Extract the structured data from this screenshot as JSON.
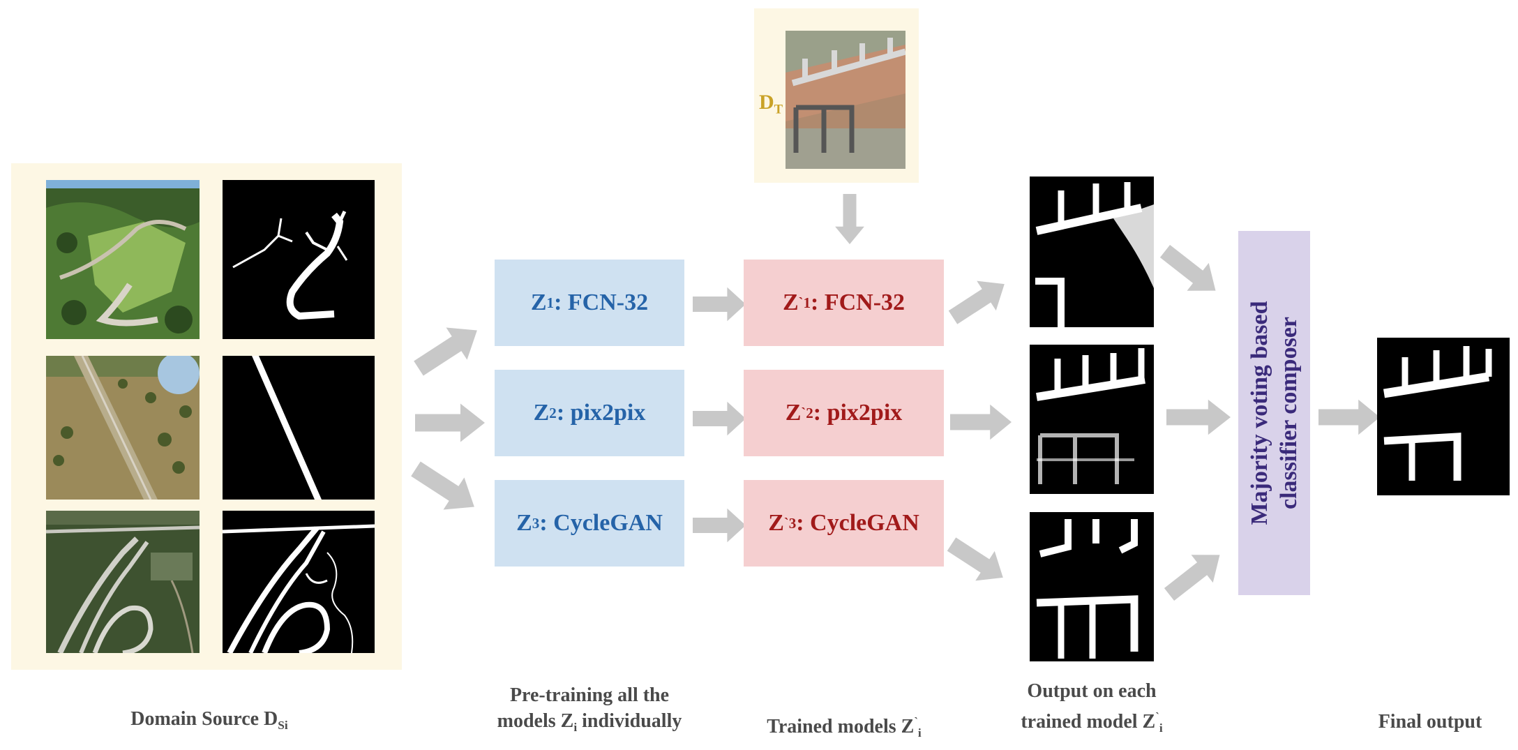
{
  "source": {
    "caption_main": "Domain Source D",
    "caption_sub": "Si"
  },
  "target": {
    "label_main": "D",
    "label_sub": "T"
  },
  "pretrain": {
    "models": [
      {
        "prefix": "Z",
        "sub": "1",
        "name": ": FCN-32"
      },
      {
        "prefix": "Z",
        "sub": "2",
        "name": ": pix2pix"
      },
      {
        "prefix": "Z",
        "sub": "3",
        "name": ": CycleGAN"
      }
    ],
    "caption_line1": "Pre-training all the",
    "caption_line2_main": "models Z",
    "caption_line2_sub": "i",
    "caption_line2_rest": " individually"
  },
  "trained": {
    "models": [
      {
        "prefix": "Z",
        "sup": "`",
        "sub": "1",
        "name": ": FCN-32"
      },
      {
        "prefix": "Z",
        "sup": "`",
        "sub": "2",
        "name": ": pix2pix"
      },
      {
        "prefix": "Z",
        "sup": "`",
        "sub": "3",
        "name": ": CycleGAN"
      }
    ],
    "caption_main": "Trained models Z",
    "caption_sup": "`",
    "caption_sub": "i"
  },
  "outputs": {
    "caption_line1": "Output on each",
    "caption_line2_main": "trained model Z",
    "caption_line2_sup": "`",
    "caption_line2_sub": "i"
  },
  "composer": {
    "line1": "Majority voting based",
    "line2": "classifier composer"
  },
  "final": {
    "caption": "Final output"
  },
  "colors": {
    "panel_bg": "#fdf7e4",
    "pre_box": "#cfe1f1",
    "pre_text": "#2563a8",
    "trained_box": "#f5cfd0",
    "trained_text": "#a11a1a",
    "composer_box": "#d9d2ea",
    "composer_text": "#3a2a7a",
    "arrow": "#c8c8c8",
    "dt_label": "#c9a227"
  }
}
